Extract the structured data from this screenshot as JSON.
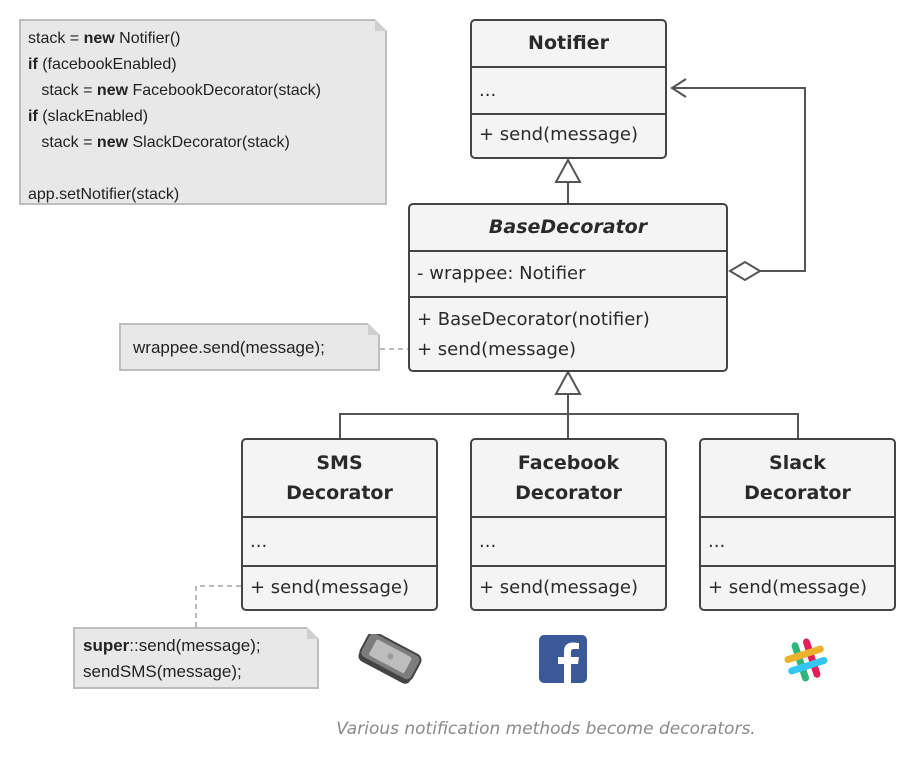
{
  "code_note": {
    "lines": [
      {
        "pre": "stack = ",
        "kw": "new",
        "post": " Notifier()"
      },
      {
        "pre": "",
        "kw": "if",
        "post": " (facebookEnabled)"
      },
      {
        "pre": "   stack = ",
        "kw": "new",
        "post": " FacebookDecorator(stack)"
      },
      {
        "pre": "",
        "kw": "if",
        "post": " (slackEnabled)"
      },
      {
        "pre": "   stack = ",
        "kw": "new",
        "post": " SlackDecorator(stack)"
      },
      {
        "pre": "",
        "kw": "",
        "post": ""
      },
      {
        "pre": "app.setNotifier(stack)",
        "kw": "",
        "post": ""
      }
    ]
  },
  "notifier": {
    "name": "Notifier",
    "fields": "...",
    "methods": "+ send(message)"
  },
  "base_decorator": {
    "name": "BaseDecorator",
    "fields": "- wrappee: Notifier",
    "methods": [
      "+ BaseDecorator(notifier)",
      "+ send(message)"
    ]
  },
  "wrappee_note": "wrappee.send(message);",
  "decorators": [
    {
      "name_l1": "SMS",
      "name_l2": "Decorator",
      "fields": "...",
      "methods": "+ send(message)"
    },
    {
      "name_l1": "Facebook",
      "name_l2": "Decorator",
      "fields": "...",
      "methods": "+ send(message)"
    },
    {
      "name_l1": "Slack",
      "name_l2": "Decorator",
      "fields": "...",
      "methods": "+ send(message)"
    }
  ],
  "super_note": {
    "line1_kw": "super",
    "line1_rest": "::send(message);",
    "line2": "sendSMS(message);"
  },
  "icons": [
    "phone-icon",
    "facebook-icon",
    "slack-icon"
  ],
  "colors": {
    "facebook": "#3b5998",
    "slack_green": "#2eb67d",
    "slack_yellow": "#ecb22e",
    "slack_red": "#e01e5a",
    "slack_blue": "#36c5f0"
  },
  "caption": "Various notification methods become decorators."
}
